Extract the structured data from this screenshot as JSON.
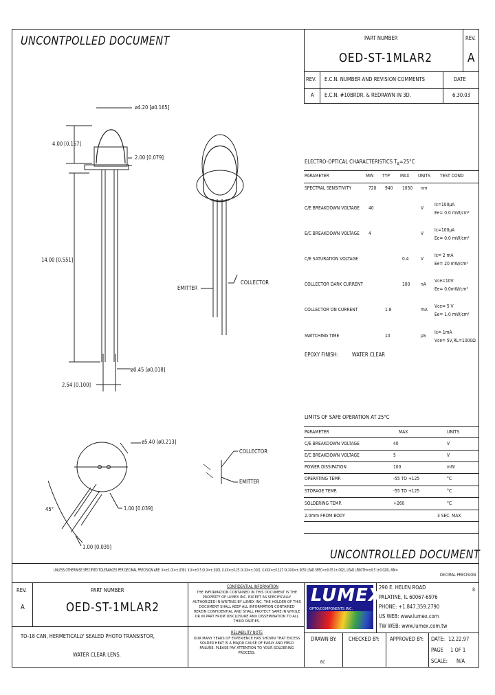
{
  "header": {
    "uncontrolled_top": "UNCONTPOLLED DOCUMENT",
    "part_number_label": "PART NUMBER",
    "rev_label": "REV.",
    "part_number": "OED-ST-1MLAR2",
    "rev_value": "A",
    "ecn": {
      "col_rev": "REV.",
      "col_desc": "E.C.N. NUMBER AND REVISION COMMENTS",
      "col_date": "DATE",
      "row_rev": "A",
      "row_desc": "E.C.N. #10BRDR. & REDRAWN IN 3D.",
      "row_date": "6.30.03"
    }
  },
  "drawing": {
    "dim_dia_top": "ø4.20 [ø0.165]",
    "dim_height": "4.00 [0.157]",
    "dim_rim": "2.00 [0.079]",
    "dim_lead_len": "14.00 [0.551]",
    "dim_lead_dia": "ø0.45 [ø0.018]",
    "dim_pitch": "2.54 [0.100]",
    "dim_dia_flange": "ø5.40 [ø0.213]",
    "dim_tab": "1.00 [0.039]",
    "dim_tab2": "1.00 [0.039]",
    "angle": "45°",
    "emitter_label": "EMITTER",
    "collector_label": "COLLECTOR",
    "sym_collector": "COLLECTOR",
    "sym_emitter": "EMITTER"
  },
  "electro_optical": {
    "title": "ELECTRO-OPTICAL CHARACTERISTICS T",
    "title_sub": "A",
    "title_tail": "=25°C",
    "headers": [
      "PARAMETER",
      "MIN",
      "TYP",
      "MAX",
      "UNITS",
      "TEST COND"
    ],
    "rows": [
      {
        "param": "SPECTRAL SENSITIVITY",
        "min": "720",
        "typ": "940",
        "max": "1050",
        "unit": "nm",
        "cond1": "",
        "cond2": ""
      },
      {
        "param": "C/E BREAKDOWN VOLTAGE",
        "min": "40",
        "typ": "",
        "max": "",
        "unit": "V",
        "cond1": "Ic=100μA",
        "cond2": "Ee= 0.0 mW/cm²"
      },
      {
        "param": "E/C BREAKDOWN VOLTAGE",
        "min": "4",
        "typ": "",
        "max": "",
        "unit": "V",
        "cond1": "Ic=100μA",
        "cond2": "Ee= 0.0 mW/cm²"
      },
      {
        "param": "C/E SATURATION VOLTAGE",
        "min": "",
        "typ": "",
        "max": "0.4",
        "unit": "V",
        "cond1": "Ic= 2 mA",
        "cond2": "Ee= 20 mW/cm²"
      },
      {
        "param": "COLLECTOR DARK CURRENT",
        "min": "",
        "typ": "",
        "max": "100",
        "unit": "nA",
        "cond1": "Vce=10V",
        "cond2": "Ee= 0.0mW/cm²"
      },
      {
        "param": "COLLECTOR ON CURRENT",
        "min": "",
        "typ": "1.8",
        "max": "",
        "unit": "mA",
        "cond1": "Vce= 5 V",
        "cond2": "Ee= 1.0 mW/cm²"
      },
      {
        "param": "SWITCHING TIME",
        "min": "",
        "typ": "10",
        "max": "",
        "unit": "μS",
        "cond1": "Ic= 1mA",
        "cond2": "Vce= 5V,RL=1000Ω"
      }
    ],
    "epoxy_label": "EPOXY FINISH:",
    "epoxy_value": "WATER CLEAR"
  },
  "limits": {
    "title": "LIMITS OF SAFE OPERATION AT 25°C",
    "headers": [
      "PARAMETER",
      "MAX",
      "UNITS"
    ],
    "rows": [
      {
        "param": "C/E BREAKDOWN VOLTAGE",
        "max": "40",
        "unit": "V"
      },
      {
        "param": "E/C BREAKDOWN VOLTAGE",
        "max": "5",
        "unit": "V"
      },
      {
        "param": "POWER DISSIPATION",
        "max": "100",
        "unit": "mW"
      },
      {
        "param": "OPERATING TEMP.",
        "max": "-55 TO +125",
        "unit": "°C"
      },
      {
        "param": "STORAGE TEMP.",
        "max": "-55 TO +125",
        "unit": "°C"
      },
      {
        "param": "SOLDERING TEMP.",
        "max": "+260",
        "unit": "°C"
      },
      {
        "param": "2.0mm FROM BODY",
        "max": "",
        "unit": "3 SEC. MAX"
      }
    ]
  },
  "footer": {
    "uncontrolled_bottom": "UNCONTROLLED DOCUMENT",
    "tolerance_note": "UNLESS OTHERWISE SPECIFIED TOLERANCES PER DECIMAL PRECISION ARE: X=±1 (X=±.039), X.X=±0.5 (X.X=±.020), X.XX=±0.25 (X.XX=±.010), X.XXX=±0.127 (X.XXX=±.005)    LEAD SPEC=±0.05 (±.002), LEAD LENGTH=±0.5 (±0.020), MM=",
    "decimal_precision": "DECIMAL PRECISION",
    "rev_label": "REV.",
    "rev_value": "A",
    "part_number_label": "PART NUMBER",
    "part_number": "OED-ST-1MLAR2",
    "confidential_title": "CONFIDENTIAL INFORMATION",
    "confidential_text": "THE INFORMATION CONTAINED IN THIS DOCUMENT IS THE PROPERTY OF LUMEX INC. EXCEPT AS SPECIFICALLY AUTHORIZED IN WRITING BY LUMEX INC. THE HOLDER OF THIS DOCUMENT SHALL KEEP ALL INFORMATION CONTAINED HEREIN CONFIDENTIAL AND SHALL PROTECT SAME IN WHOLE OR IN PART FROM DISCLOSURE AND DISSEMINATION TO ALL THIRD PARTIES.",
    "reliability_title": "RELIABILITY NOTE",
    "reliability_text": "OUR MANY YEARS OF EXPERIENCE HAS SHOWN THAT EXCESS SOLDER HEAT IS A MAJOR CAUSE OF EARLY AND FIELD FAILURE. PLEASE PAY ATTENTION TO YOUR SOLDERING PROCESS.",
    "logo": "LUMEX",
    "logo_sub": "OPTO/COMPONENTS INC.",
    "address1": "290 E. HELEN ROAD",
    "address2": "PALATINE, IL 60067-6976",
    "phone": "PHONE: +1.847.359.2790",
    "us_web": "US WEB: www.lumex.com",
    "tw_web": "TW WEB: www.lumex.com.tw",
    "description1": "TO-18 CAN, HERMETICALLY SEALED PHOTO TRANSISTOR,",
    "description2": "WATER CLEAR LENS.",
    "drawn_by_label": "DRAWN BY:",
    "drawn_by": "BC",
    "checked_by_label": "CHECKED BY:",
    "approved_by_label": "APPROVED BY:",
    "date_label": "DATE:",
    "date_value": "12.22.97",
    "page_label": "PAGE",
    "page_value": "1 OF 1",
    "scale_label": "SCALE:",
    "scale_value": "N/A"
  }
}
